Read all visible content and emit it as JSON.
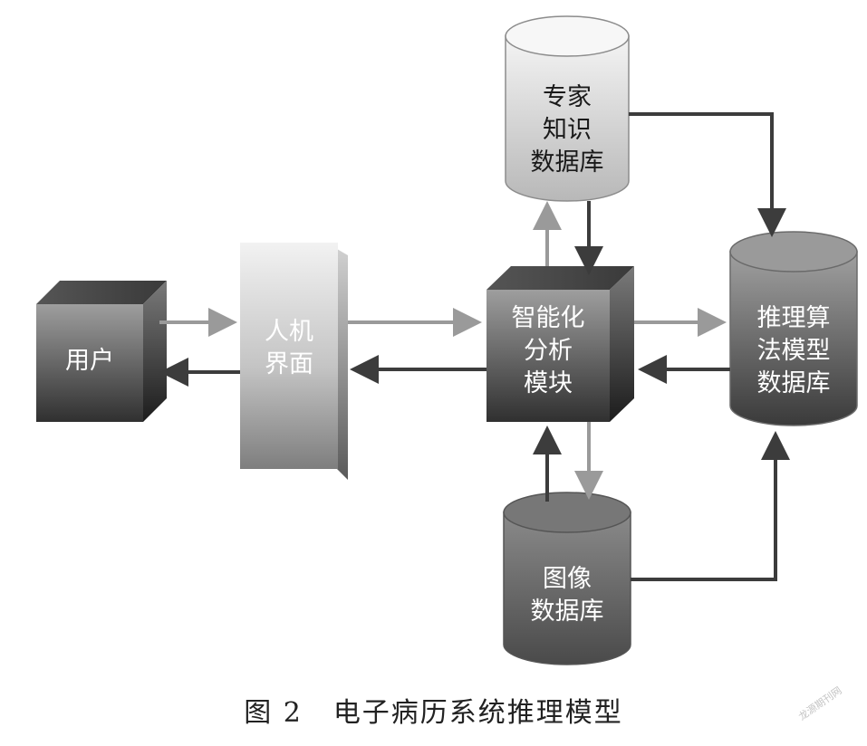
{
  "nodes": {
    "user": {
      "label": "用户"
    },
    "hmi": {
      "lines": [
        "人机",
        "界面"
      ]
    },
    "analysis": {
      "lines": [
        "智能化",
        "分析",
        "模块"
      ]
    },
    "expert_db": {
      "lines": [
        "专家",
        "知识",
        "数据库"
      ]
    },
    "algo_db": {
      "lines": [
        "推理算",
        "法模型",
        "数据库"
      ]
    },
    "image_db": {
      "lines": [
        "图像",
        "数据库"
      ]
    }
  },
  "caption": {
    "figure": "图 2",
    "title": "电子病历系统推理模型"
  },
  "watermark": "龙源期刊网",
  "colors": {
    "arrow_dark": "#3c3c3c",
    "arrow_light": "#9a9a9a"
  }
}
